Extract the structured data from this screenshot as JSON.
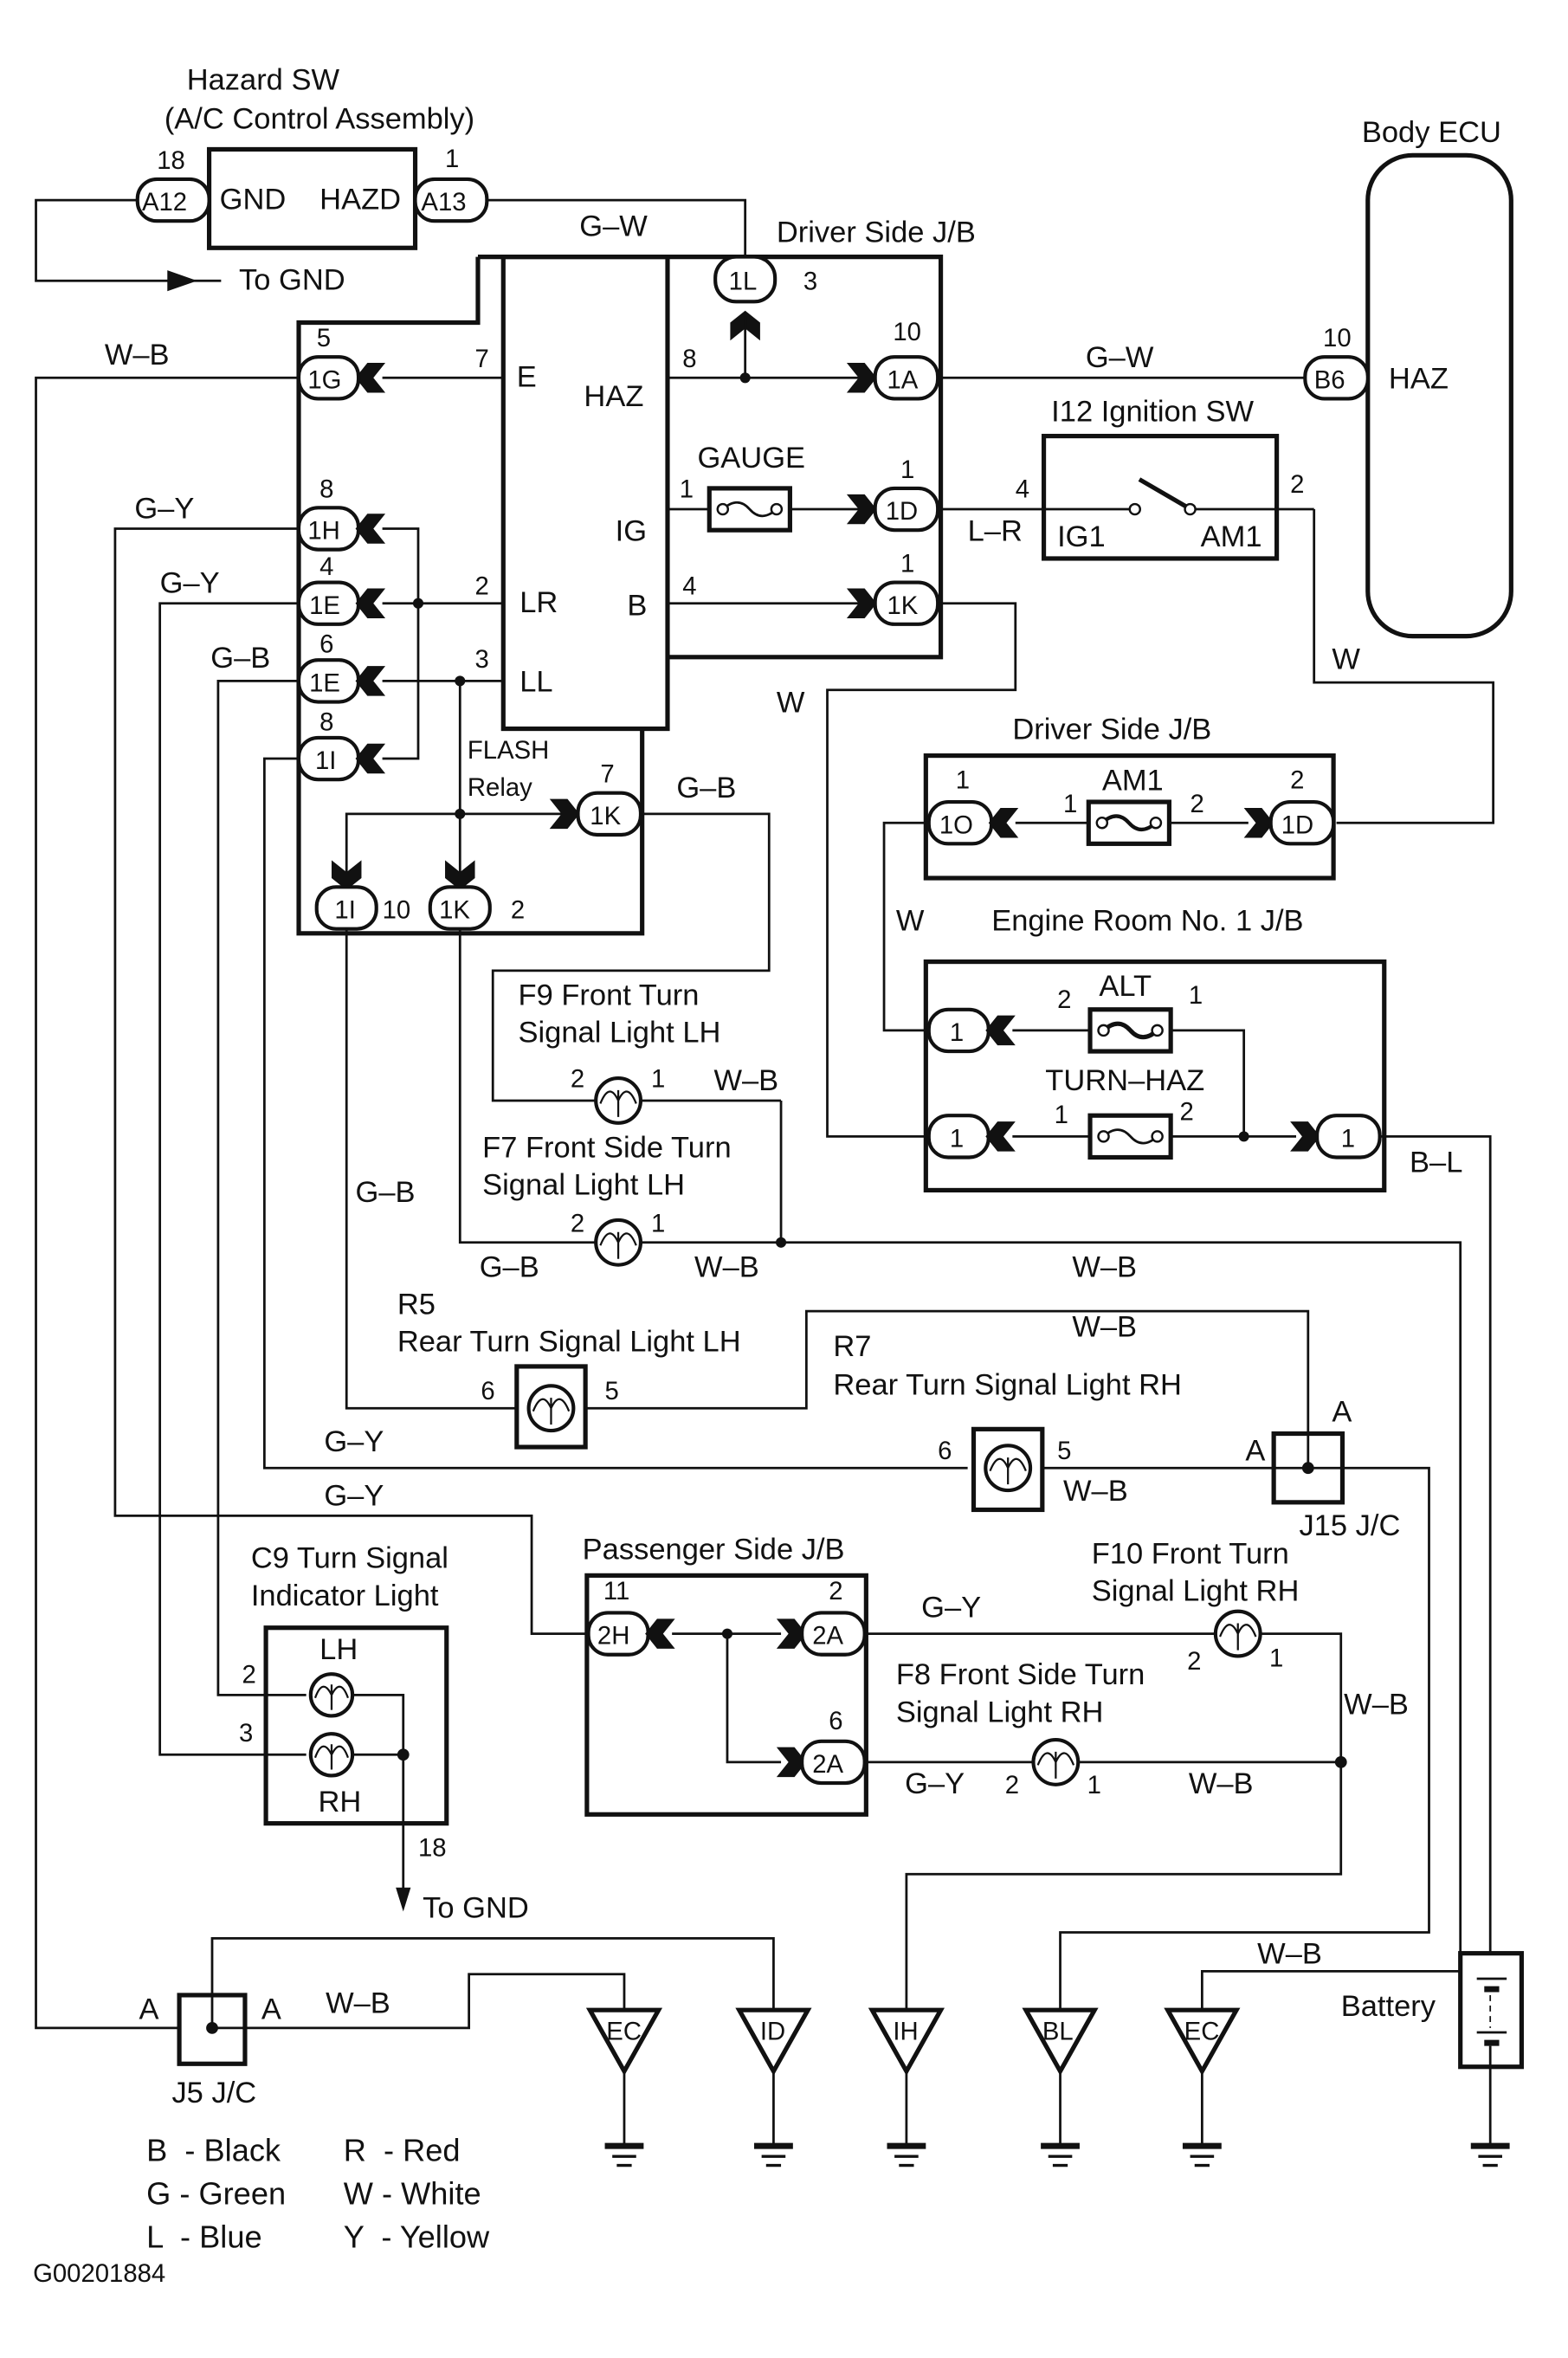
{
  "diagram": {
    "figure_id": "G00201884",
    "components": {
      "hazard_sw": {
        "title": "Hazard SW",
        "subtitle": "(A/C Control Assembly)",
        "terminal_gnd": "GND",
        "terminal_hazd": "HAZD",
        "conn_left": "A12",
        "conn_left_pin": "18",
        "conn_right": "A13",
        "conn_right_pin": "1",
        "to_gnd": "To GND"
      },
      "body_ecu": {
        "title": "Body ECU",
        "terminal": "HAZ",
        "conn": "B6",
        "pin": "10"
      },
      "driver_jb_main": {
        "title": "Driver Side J/B"
      },
      "flash_relay": {
        "line1": "FLASH",
        "line2": "Relay",
        "terminals": {
          "E": "E",
          "HAZ": "HAZ",
          "IG": "IG",
          "B": "B",
          "LR": "LR",
          "LL": "LL"
        }
      },
      "gauge_fuse": {
        "label": "GAUGE"
      },
      "ignition_sw": {
        "title": "I12 Ignition SW",
        "ig1": "IG1",
        "am1": "AM1",
        "pin_left": "4",
        "pin_right": "2"
      },
      "driver_jb_am1": {
        "title": "Driver Side J/B",
        "fuse": "AM1",
        "conn_left": "1O",
        "conn_right": "1D",
        "pin_left": "1",
        "pin_right": "2",
        "fuse_pin1": "1",
        "fuse_pin2": "2"
      },
      "engine_room_jb": {
        "title": "Engine Room No. 1 J/B",
        "fuse_alt": "ALT",
        "fuse_turn": "TURN–HAZ",
        "conn": "1"
      },
      "f9": {
        "line1": "F9 Front Turn",
        "line2": "Signal Light LH"
      },
      "f7": {
        "line1": "F7 Front Side Turn",
        "line2": "Signal Light LH"
      },
      "r5": {
        "line1": "R5",
        "line2": "Rear Turn Signal Light LH"
      },
      "r7": {
        "line1": "R7",
        "line2": "Rear Turn Signal Light RH"
      },
      "j15": {
        "title": "J15 J/C",
        "pin": "A"
      },
      "c9": {
        "line1": "C9 Turn Signal",
        "line2": "Indicator Light",
        "lh": "LH",
        "rh": "RH",
        "to_gnd": "To GND"
      },
      "passenger_jb": {
        "title": "Passenger Side J/B"
      },
      "f10": {
        "line1": "F10 Front Turn",
        "line2": "Signal Light RH"
      },
      "f8": {
        "line1": "F8 Front Side Turn",
        "line2": "Signal Light RH"
      },
      "j5": {
        "title": "J5 J/C",
        "pin": "A"
      },
      "battery": {
        "label": "Battery"
      },
      "grounds": [
        "EC",
        "ID",
        "IH",
        "BL",
        "EC"
      ]
    },
    "connectors": {
      "c1G": "1G",
      "c1H": "1H",
      "c1E": "1E",
      "c1I": "1I",
      "c1L": "1L",
      "c1A": "1A",
      "c1D": "1D",
      "c1K": "1K",
      "c2H": "2H",
      "c2A": "2A"
    },
    "pins": {
      "p1": "1",
      "p2": "2",
      "p3": "3",
      "p4": "4",
      "p5": "5",
      "p6": "6",
      "p7": "7",
      "p8": "8",
      "p10": "10",
      "p11": "11",
      "p18": "18"
    },
    "wires": {
      "GW": "G–W",
      "WB": "W–B",
      "GY": "G–Y",
      "GB": "G–B",
      "W": "W",
      "LR": "L–R",
      "BL": "B–L"
    },
    "legend": [
      {
        "code": "B",
        "color": "Black"
      },
      {
        "code": "G",
        "color": "Green"
      },
      {
        "code": "L",
        "color": "Blue"
      },
      {
        "code": "R",
        "color": "Red"
      },
      {
        "code": "W",
        "color": "White"
      },
      {
        "code": "Y",
        "color": "Yellow"
      }
    ],
    "legend_text": [
      "B  - Black",
      "G - Green",
      "L  - Blue",
      "R  - Red",
      "W - White",
      "Y  - Yellow"
    ]
  }
}
